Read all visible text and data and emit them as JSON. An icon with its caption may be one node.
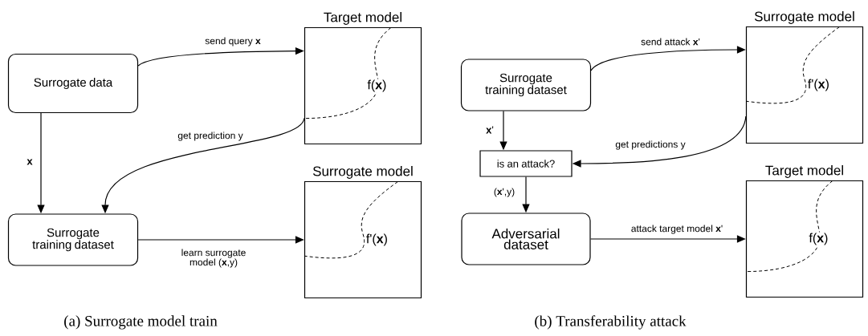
{
  "diagram": {
    "nodes": [
      {
        "text": [
          "Surrogate data"
        ]
      },
      {
        "text": [
          "Surrogate training dataset"
        ]
      },
      {
        "text": [
          "Target model",
          "f(**x**)"
        ]
      },
      {
        "text": [
          "Surrogate model",
          "f'(**x**)"
        ]
      },
      {
        "text": [
          "Surrogate training dataset"
        ]
      },
      {
        "text": [
          "is an attack?"
        ]
      },
      {
        "text": [
          "Adversarial dataset"
        ]
      },
      {
        "text": [
          "Surrogate model",
          "f'(**x**)"
        ]
      },
      {
        "text": [
          "Target model",
          "f(**x**)"
        ]
      }
    ],
    "edges": [
      {
        "from": 0,
        "to": 2,
        "arrow": "to",
        "label": "send query **x**"
      },
      {
        "from": 0,
        "to": 1,
        "arrow": "to",
        "label": "**x**"
      },
      {
        "from": 2,
        "to": 1,
        "arrow": "to",
        "label": "get prediction y"
      },
      {
        "from": 1,
        "to": 3,
        "arrow": "to",
        "label": "learn surrogate model (**x**,y)"
      },
      {
        "from": 4,
        "to": 7,
        "arrow": "to",
        "label": "send attack **x**'"
      },
      {
        "from": 4,
        "to": 5,
        "arrow": "to",
        "label": "**x**'"
      },
      {
        "from": 7,
        "to": 5,
        "arrow": "to",
        "label": "get predictions y"
      },
      {
        "from": 5,
        "to": 6,
        "arrow": "to",
        "label": "(**x**',y)"
      },
      {
        "from": 6,
        "to": 8,
        "arrow": "to",
        "label": "attack target model **x**'"
      }
    ],
    "labels": [
      "(a) Surrogate model train",
      "(b) Transferability attack"
    ]
  }
}
